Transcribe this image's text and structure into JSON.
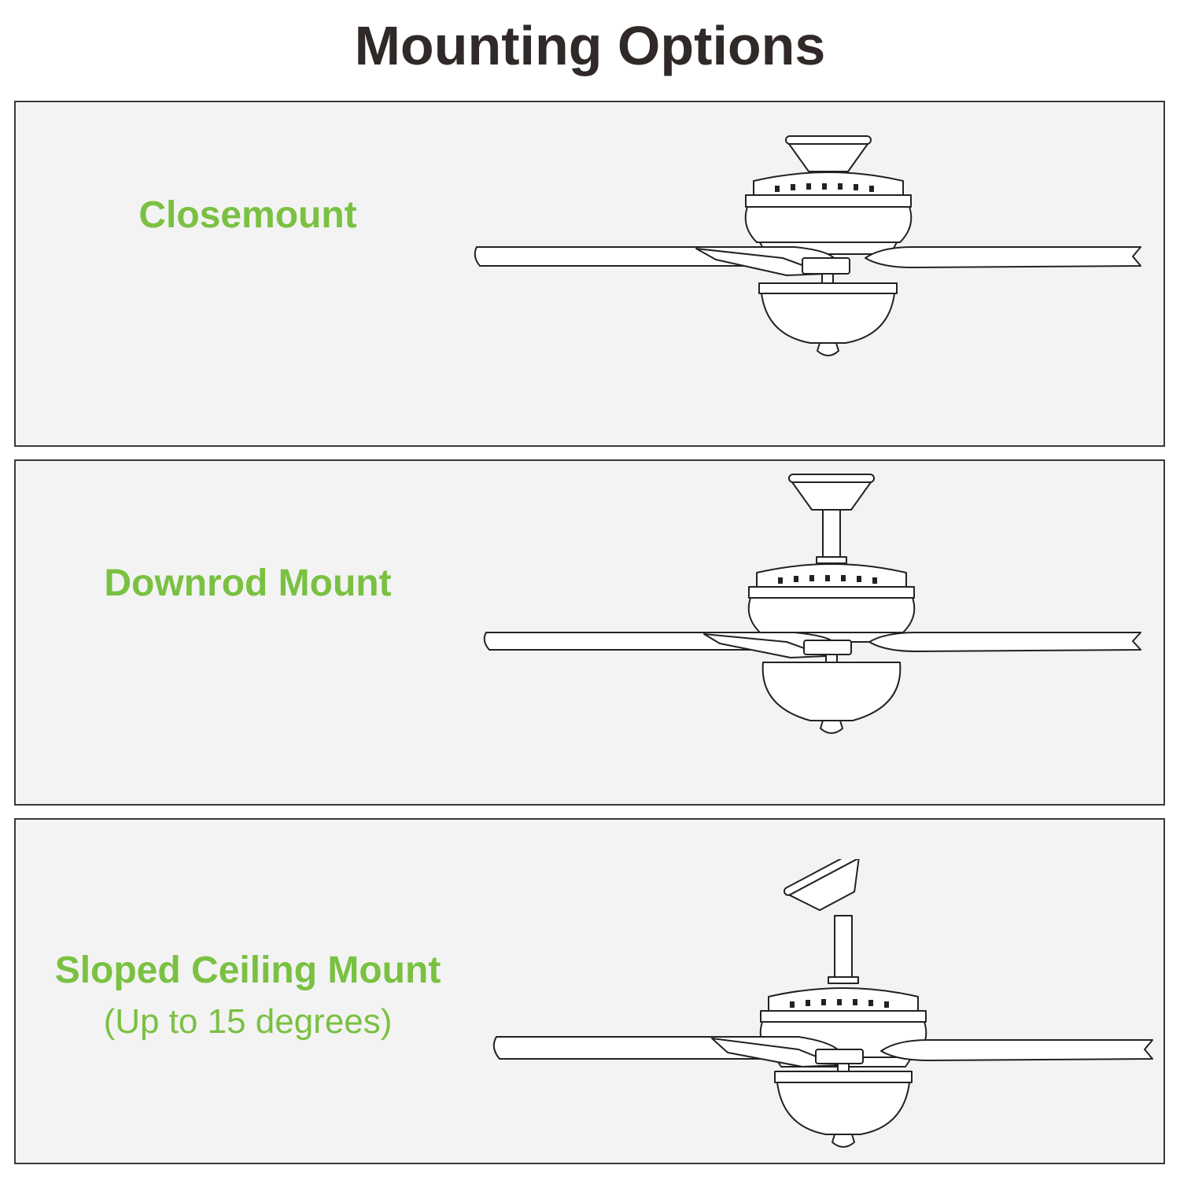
{
  "title": "Mounting Options",
  "colors": {
    "accent": "#7ac142",
    "title": "#2f2a28",
    "panel_bg": "#f3f3f3",
    "border": "#3a3a3a"
  },
  "panels": [
    {
      "label": "Closemount",
      "mount": "close"
    },
    {
      "label": "Downrod Mount",
      "mount": "downrod"
    },
    {
      "label": "Sloped Ceiling Mount",
      "sublabel": "(Up to 15 degrees)",
      "mount": "sloped"
    }
  ]
}
